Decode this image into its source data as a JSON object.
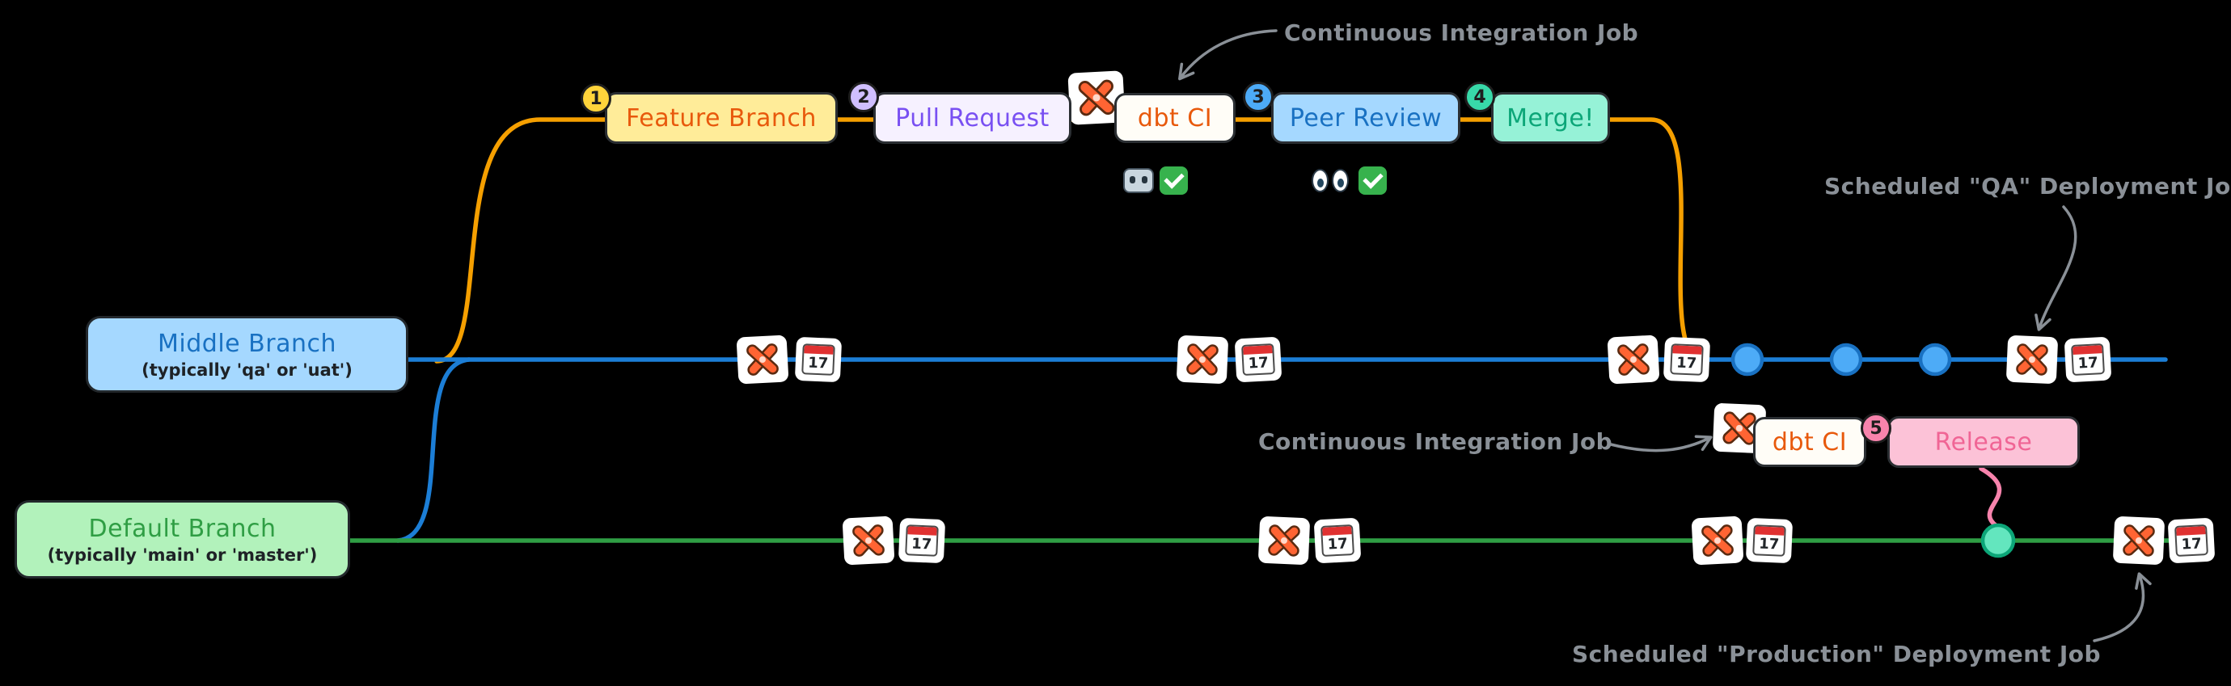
{
  "canvas": {
    "background": "#000000"
  },
  "annotations": {
    "ci_top": "Continuous Integration Job",
    "ci_mid": "Continuous Integration Job",
    "qa_deploy": "Scheduled \"QA\" Deployment Job",
    "prod_deploy": "Scheduled \"Production\" Deployment Job"
  },
  "pipeline": {
    "step1": {
      "num": "1",
      "label": "Feature Branch"
    },
    "step2": {
      "num": "2",
      "label": "Pull Request"
    },
    "ci_top": {
      "label": "dbt CI"
    },
    "step3": {
      "num": "3",
      "label": "Peer Review"
    },
    "step4": {
      "num": "4",
      "label": "Merge!"
    },
    "ci_mid": {
      "label": "dbt CI"
    },
    "step5": {
      "num": "5",
      "label": "Release"
    }
  },
  "branches": {
    "middle": {
      "title": "Middle Branch",
      "subtitle": "(typically 'qa' or 'uat')"
    },
    "default": {
      "title": "Default Branch",
      "subtitle": "(typically 'main' or 'master')"
    }
  },
  "icons": {
    "calendar_day": "17"
  },
  "colors": {
    "middle_branch_line": "#1c7ed6",
    "default_branch_line": "#2f9e44",
    "feature_flow_line": "#f59f00",
    "release_line": "#f783ac",
    "dbt_orange": "#ff6433",
    "annotation_gray": "#8a9097"
  }
}
